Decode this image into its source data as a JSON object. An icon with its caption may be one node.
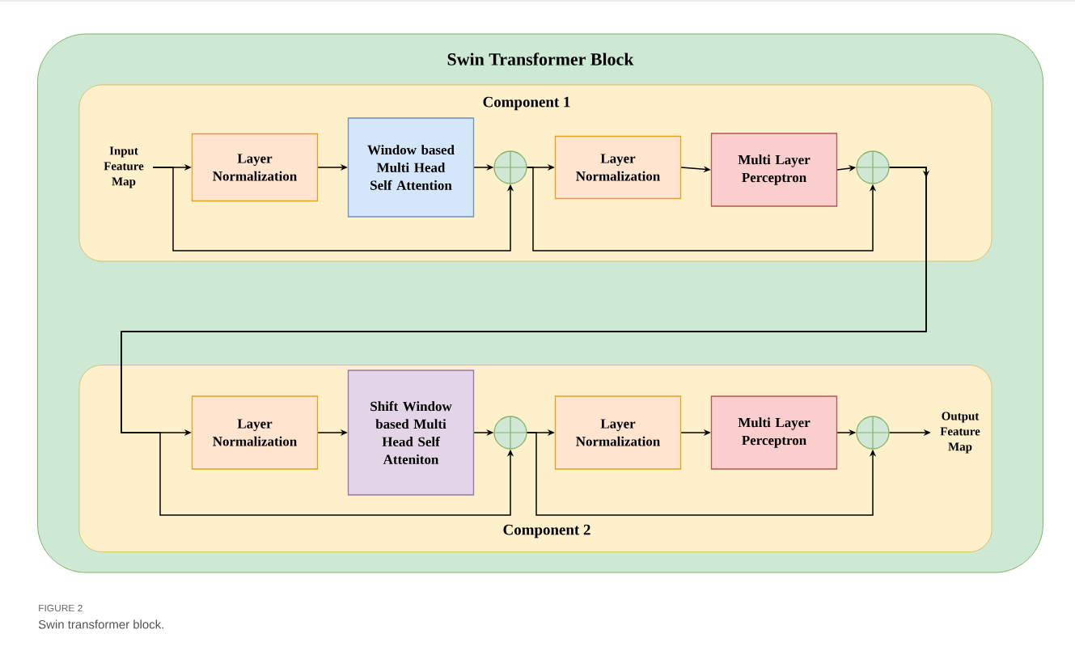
{
  "diagram": {
    "caption": "Swin transformer block.",
    "nodes": [
      {
        "text": [
          "Swin Transformer Block"
        ]
      },
      {
        "text": [
          "Component 1"
        ],
        "in": 0
      },
      {
        "text": [
          "Input Feature Map"
        ],
        "in": 1
      },
      {
        "text": [
          "Layer Normalization"
        ],
        "in": 1
      },
      {
        "text": [
          "Window based Multi Head Self Attention"
        ],
        "in": 1
      },
      {
        "text": [],
        "shape": "circle",
        "in": 1
      },
      {
        "text": [
          "Layer Normalization"
        ],
        "in": 1
      },
      {
        "text": [
          "Multi Layer Perceptron"
        ],
        "in": 1
      },
      {
        "text": [],
        "shape": "circle",
        "in": 1
      },
      {
        "text": [
          "Component 2"
        ],
        "in": 0
      },
      {
        "text": [
          "Layer Normalization"
        ],
        "in": 9
      },
      {
        "text": [
          "Shift Window based Multi Head Self Atteniton"
        ],
        "in": 9
      },
      {
        "text": [],
        "shape": "circle",
        "in": 9
      },
      {
        "text": [
          "Layer Normalization"
        ],
        "in": 9
      },
      {
        "text": [
          "Multi Layer Perceptron"
        ],
        "in": 9
      },
      {
        "text": [],
        "shape": "circle",
        "in": 9
      },
      {
        "text": [
          "Output Feature Map"
        ],
        "in": 9
      }
    ],
    "edges": [
      {
        "from": 2,
        "to": 3,
        "arrow": "to"
      },
      {
        "from": 2,
        "to": 5,
        "arrow": "to"
      },
      {
        "from": 3,
        "to": 4,
        "arrow": "to"
      },
      {
        "from": 4,
        "to": 5,
        "arrow": "to"
      },
      {
        "from": 5,
        "to": 6,
        "arrow": "to"
      },
      {
        "from": 5,
        "to": 8,
        "arrow": "to"
      },
      {
        "from": 6,
        "to": 7,
        "arrow": "to"
      },
      {
        "from": 7,
        "to": 8,
        "arrow": "to"
      },
      {
        "from": 8,
        "to": 10,
        "arrow": "to"
      },
      {
        "from": 8,
        "to": 12,
        "arrow": "to"
      },
      {
        "from": 10,
        "to": 11,
        "arrow": "to"
      },
      {
        "from": 11,
        "to": 12,
        "arrow": "to"
      },
      {
        "from": 12,
        "to": 13,
        "arrow": "to"
      },
      {
        "from": 12,
        "to": 15,
        "arrow": "to"
      },
      {
        "from": 13,
        "to": 14,
        "arrow": "to"
      },
      {
        "from": 14,
        "to": 15,
        "arrow": "to"
      },
      {
        "from": 15,
        "to": 16,
        "arrow": "to"
      }
    ],
    "labels": [
      "FIGURE 2"
    ]
  }
}
